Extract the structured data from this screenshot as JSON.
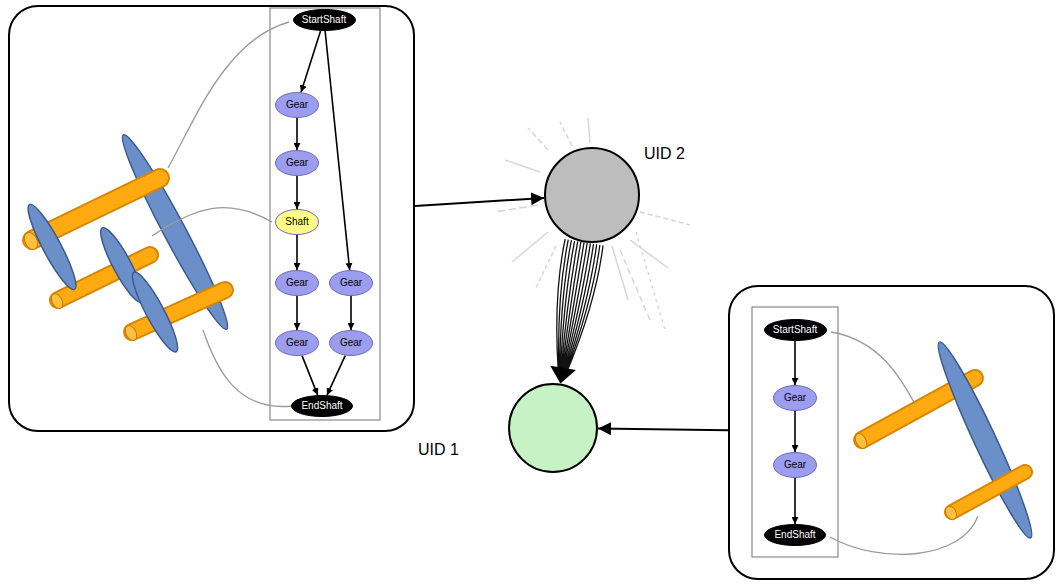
{
  "diagram": {
    "nodes": [
      {
        "text": []
      },
      {
        "text": [
          "StartShaft"
        ],
        "in": 0
      },
      {
        "text": [
          "Gear"
        ],
        "in": 0
      },
      {
        "text": [
          "Gear"
        ],
        "in": 0
      },
      {
        "text": [
          "Shaft"
        ],
        "in": 0
      },
      {
        "text": [
          "Gear"
        ],
        "in": 0
      },
      {
        "text": [
          "Gear"
        ],
        "in": 0
      },
      {
        "text": [
          "Gear"
        ],
        "in": 0
      },
      {
        "text": [
          "Gear"
        ],
        "in": 0
      },
      {
        "text": [
          "EndShaft"
        ],
        "in": 0
      },
      {
        "text": [
          "UID 2"
        ]
      },
      {
        "text": [
          "UID 1"
        ]
      },
      {
        "text": []
      },
      {
        "text": [
          "StartShaft"
        ],
        "in": 12
      },
      {
        "text": [
          "Gear"
        ],
        "in": 12
      },
      {
        "text": [
          "Gear"
        ],
        "in": 12
      },
      {
        "text": [
          "EndShaft"
        ],
        "in": 12
      }
    ],
    "edges": [
      {
        "from": 1,
        "to": 2,
        "arrow": "to"
      },
      {
        "from": 2,
        "to": 3,
        "arrow": "to"
      },
      {
        "from": 3,
        "to": 4,
        "arrow": "to"
      },
      {
        "from": 4,
        "to": 5,
        "arrow": "to"
      },
      {
        "from": 5,
        "to": 7,
        "arrow": "to"
      },
      {
        "from": 7,
        "to": 9,
        "arrow": "to"
      },
      {
        "from": 1,
        "to": 6,
        "arrow": "to"
      },
      {
        "from": 6,
        "to": 8,
        "arrow": "to"
      },
      {
        "from": 8,
        "to": 9,
        "arrow": "to"
      },
      {
        "from": 0,
        "to": 10,
        "arrow": "to"
      },
      {
        "from": 10,
        "to": 11,
        "arrow": "to"
      },
      {
        "from": 12,
        "to": 11,
        "arrow": "to"
      },
      {
        "from": 13,
        "to": 14,
        "arrow": "to"
      },
      {
        "from": 14,
        "to": 15,
        "arrow": "to"
      },
      {
        "from": 15,
        "to": 16,
        "arrow": "to"
      }
    ]
  }
}
